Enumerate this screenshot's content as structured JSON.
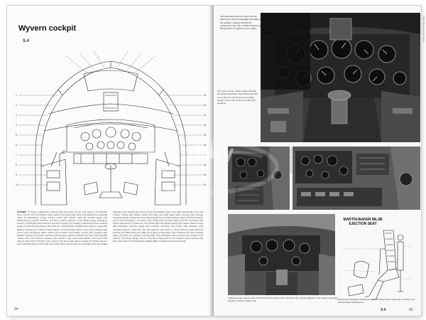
{
  "book": {
    "left_page": {
      "title": "Wyvern cockpit",
      "ref_code": "S.4",
      "folio": "64",
      "caption_lead": "Cockpit:",
      "caption_text": "(1) Upper temperature warning light see below (2) Air vent selector (3) Breather flood control valve (4) Engine starter selector (5) Fuel pump switch (6) Rudder bar adjusting wheel (7) Emergency canopy jettison control (8) Camera crank (9) Vacuum gauge (10) Undercarriage position indicator (11) Flap position indicator (12) Undercarriage emergency selector (13) Engine speed indicator (14) Boost gauge (15) Standby compass (16) Fuel contents gauge (17) Oil pressure gauge (18) Generator warning light (19) Hydraulic pressure gauge (20) Ignition switches (21) Undercarriage selector lever (22) Flap selector lever (23) Landing lamp switch (24) Navigation lights switch (25) Pressure head heater switch (26) Cockpit lamp dimmer switches (27) Radio controller (28) Oxygen regulator (29) Throttle lever (30) Propeller control lever (31) Friction adjusters (32) Elevator trim wheel (33) Rudder trim wheel (34) Aileron trim switch (35) Fuel cock controls (36) Drop tank jettison control (37) Bomb selector panel (38) RP selector panel (39) Gun firing master switch (40) Gyro gunsight (41) Seat height adjusting lever (42) Harness release lever (43) Parking brake lever (44) Wheel brake lever (45) Control column (46) Rudder pedals (47) Map case (48) Signal pistol stowage (49) Canopy operating handle (50) Ejection seat firing handle (51) Cockpit heating control (52) Fuel transfer switch (53) Emergency air release (54) Windscreen de-icing pump (55) IFF controller (56) Starter push button (57) Booster coil switch (58) Fuel priming pump (59) Camera master switch (60) Pneumatic pressure gauge (61) Compass deviation card holder (62) Altimeter (63) Airspeed indicator (64) Turn and slip indicator (65) Rate of climb indicator (66) Artificial horizon (67) Directional gyro (68) Clock (69) Accelerometer (70) Voltmeter (71) Fire warning lights (72) Fuel low pressure warning light (73) Armament safety switch (74) Arrester hook selector (75) Wing folding selector (76) Dive brake switch (77) Catapult spool stowage (78) Rear view mirror (79) Emergency lighting (80) Cartridge starter reload handle"
    },
    "right_page": {
      "folio": "65",
      "section_mark": "S.4",
      "photo_top_caption": "The instrument panel as seen from the pilot's seat. Note the gunsight mounting and the standby compass beneath the windscreen arch. The column-mounted gun firing button is visible at lower centre.",
      "photo_left_caption": "Port side console of the cockpit showing the throttle quadrant, trim wheels and fuel cock controls. The ejection seat firing handle can be seen at the top of the seat headbox.",
      "photo_bottom_caption": "Starboard side console with electrical services panel, radio controller and oxygen regulator. The canopy operating handle is on the cockpit wall.",
      "seat_title": "MARTIN-BAKER Mk.2B EJECTION SEAT",
      "seat_caption": "Ejection seat installation showing the face blind firing handle, drogue gun, parachute pack and seat height adjusting lever.",
      "credit_top": "Photo: Wyvern cockpit interior",
      "credit_mid": "Photo: cockpit side consoles"
    }
  },
  "watermark": "Hobby"
}
